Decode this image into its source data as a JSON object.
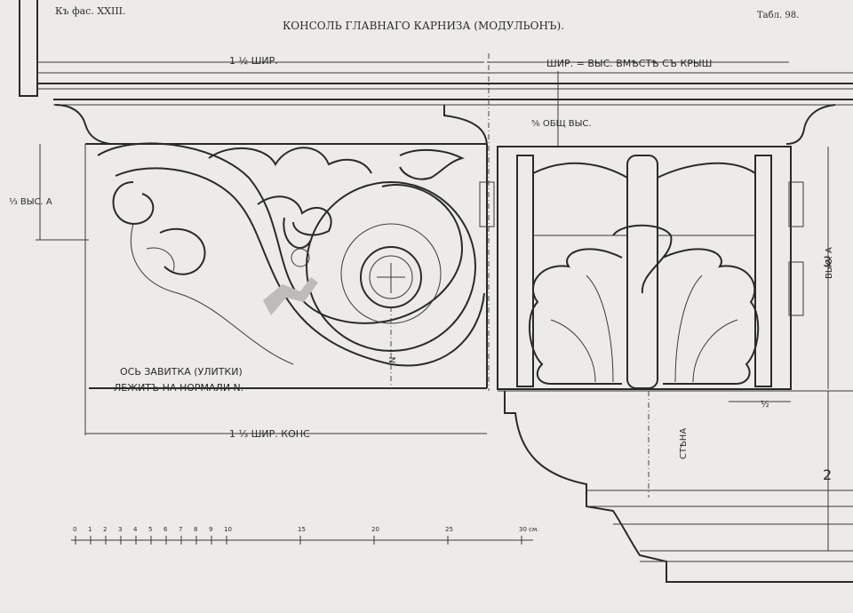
{
  "header": {
    "left": "Къ фас. XXIII.",
    "title": "КОНСОЛЬ ГЛАВНАГО КАРНИЗА (МОДУЛЬОНЪ).",
    "plate": "Табл. 98."
  },
  "dimensions": {
    "top_width": "1 ½ ШИР.",
    "top_right": "ШИР. = ВЫС. ВМѢСТѢ СЪ КРЫШ",
    "total_height": "⅚ ОБЩ ВЫС.",
    "left_height": "⅓ ВЫС. А",
    "bottom_width": "1 ⅓ ШИР. КОНС",
    "right_height": "ВЫС. А",
    "right_fraction": "3",
    "half": "½",
    "two": "2",
    "n_label": "N"
  },
  "notes": {
    "axis_line1": "ОСЬ ЗАВИТКА (УЛИТКИ)",
    "axis_line2": "ЛЕЖИТЪ НА НОРМАЛИ N.",
    "wall": "СТѢНА"
  },
  "scale": {
    "ticks": [
      "0",
      "1",
      "2",
      "3",
      "4",
      "5",
      "6",
      "7",
      "8",
      "9",
      "10",
      "15",
      "20",
      "25",
      "30 см."
    ]
  },
  "colors": {
    "paper": "#ecebe7",
    "ink": "#2a2a2a"
  }
}
